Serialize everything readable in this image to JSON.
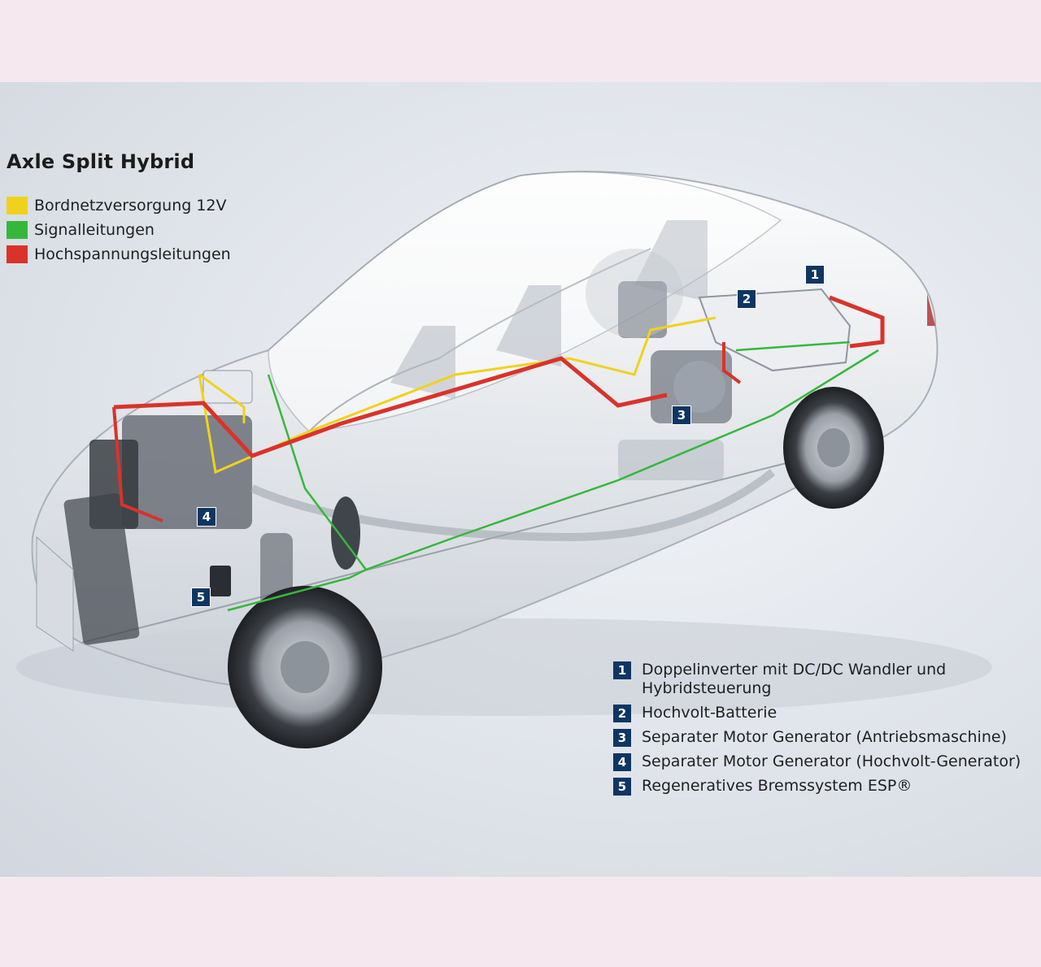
{
  "title": "Axle Split Hybrid",
  "legend": [
    {
      "label": "Bordnetzversorgung 12V",
      "color": "#f0d21c"
    },
    {
      "label": "Signalleitungen",
      "color": "#35b83a"
    },
    {
      "label": "Hochspannungsleitungen",
      "color": "#d9332a"
    }
  ],
  "markers": [
    "1",
    "2",
    "3",
    "4",
    "5"
  ],
  "components": [
    {
      "num": "1",
      "label": "Doppelinverter mit DC/DC Wandler und Hybridsteuerung"
    },
    {
      "num": "2",
      "label": "Hochvolt-Batterie"
    },
    {
      "num": "3",
      "label": "Separater Motor Generator (Antriebsmaschine)"
    },
    {
      "num": "4",
      "label": "Separater Motor Generator (Hochvolt-Generator)"
    },
    {
      "num": "5",
      "label": "Regeneratives Bremssystem ESP®"
    }
  ]
}
